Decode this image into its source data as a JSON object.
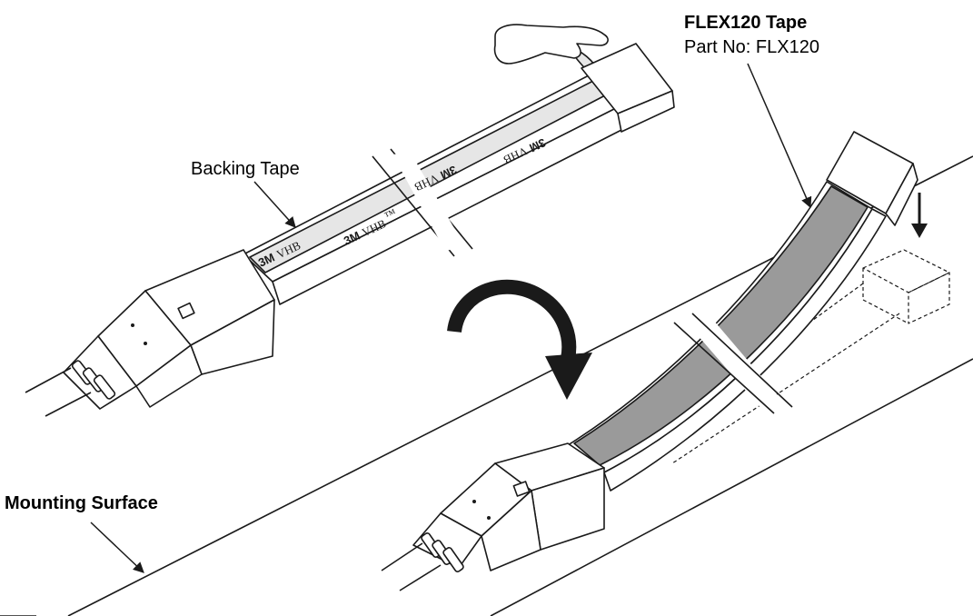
{
  "labels": {
    "product_title": "FLEX120 Tape",
    "part_number": "Part No: FLX120",
    "backing_tape": "Backing Tape",
    "mounting_surface": "Mounting Surface"
  },
  "tape_markings": {
    "brand": "3M",
    "product": "VHB",
    "trademark": "™"
  },
  "colors": {
    "line": "#1a1a1a",
    "backing_tape_fill": "#e6e6e6",
    "strip_tape_fill": "#9a9a9a",
    "background": "#ffffff"
  }
}
